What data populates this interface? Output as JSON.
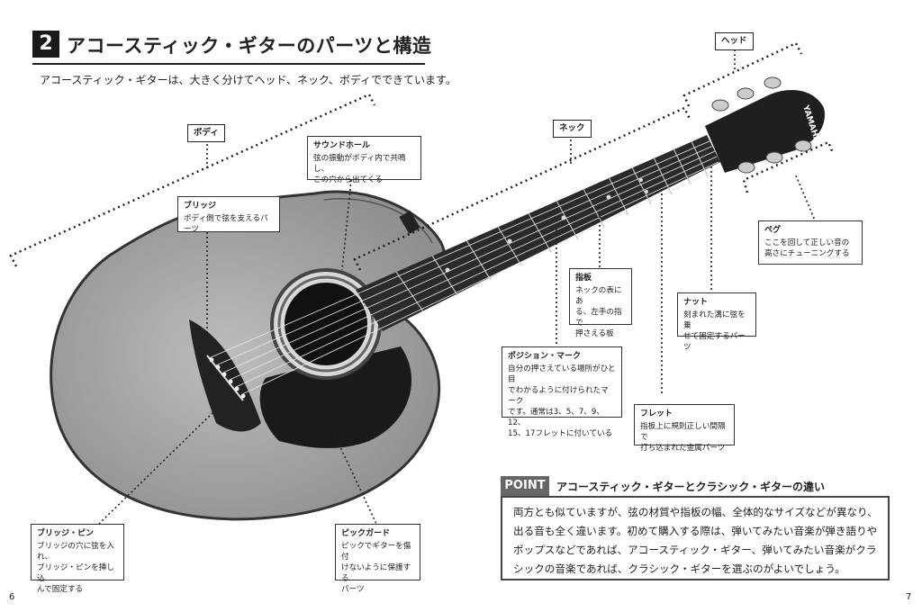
{
  "section": {
    "number": "2",
    "title": "アコースティック・ギターのパーツと構造",
    "intro": "アコースティック・ギターは、大きく分けてヘッド、ネック、ボディでできています。"
  },
  "tags": {
    "head": "ヘッド",
    "neck": "ネック",
    "body": "ボディ"
  },
  "brand_logo": "YAMAHA",
  "parts": {
    "soundhole": {
      "name": "サウンドホール",
      "desc": "弦の振動がボディ内で共鳴し、\nこの穴から出てくる"
    },
    "bridge": {
      "name": "ブリッジ",
      "desc": "ボディ側で弦を支えるパーツ"
    },
    "peg": {
      "name": "ペグ",
      "desc": "ここを回して正しい音の\n高さにチューニングする"
    },
    "fingerboard": {
      "name": "指板",
      "desc": "ネックの表にあ\nる、左手の指で\n押さえる板"
    },
    "nut": {
      "name": "ナット",
      "desc": "刻まれた溝に弦を乗\nせて固定するパーツ"
    },
    "position_mark": {
      "name": "ポジション・マーク",
      "desc": "自分の押さえている場所がひと目\nでわかるように付けられたマーク\nです。通常は3、5、7、9、12、\n15、17フレットに付いている"
    },
    "fret": {
      "name": "フレット",
      "desc": "指板上に規則正しい間隔で\n打ち込まれた金属パーツ"
    },
    "bridge_pin": {
      "name": "ブリッジ・ピン",
      "desc": "ブリッジの穴に弦を入れ、\nブリッジ・ピンを挿し込\nんで固定する"
    },
    "pickguard": {
      "name": "ピックガード",
      "desc": "ピックでギターを傷付\nけないように保護する\nパーツ"
    }
  },
  "point": {
    "badge": "POINT",
    "title": "アコースティック・ギターとクラシック・ギターの違い",
    "body": "両方とも似ていますが、弦の材質や指板の幅、全体的なサイズなどが異なり、出る音も全く違います。初めて購入する際は、弾いてみたい音楽が弾き語りやポップスなどであれば、アコースティック・ギター、弾いてみたい音楽がクラシックの音楽であれば、クラシック・ギターを選ぶのがよいでしょう。"
  },
  "page_numbers": {
    "left": "6",
    "right": "7"
  }
}
